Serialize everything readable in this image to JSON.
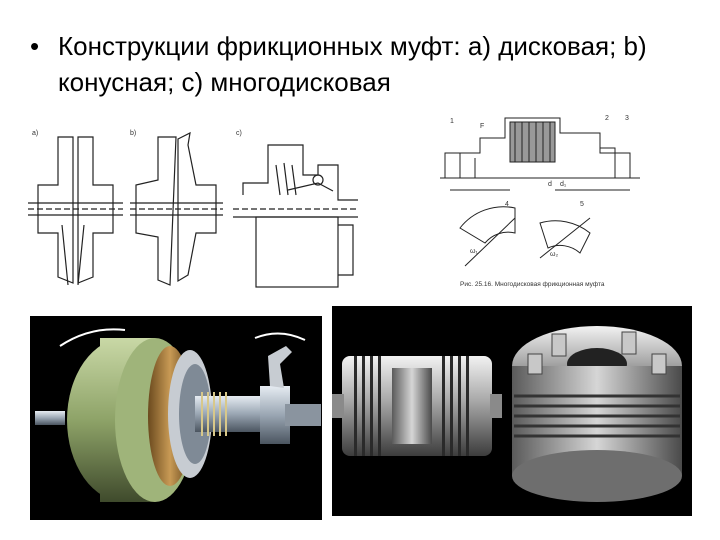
{
  "slide": {
    "bullet": "•",
    "title": "Конструкции фрикционных муфт: a) дисковая; b) конусная; c) многодисковая"
  },
  "drawings": {
    "label_a": "a)",
    "label_b": "b)",
    "label_c": "c)",
    "multidisc_caption": "Рис. 25.16. Многодисковая фрикционная муфта",
    "callouts": [
      "1",
      "F",
      "2",
      "3",
      "4",
      "5",
      "ω₁",
      "ω₂",
      "d",
      "d₁"
    ]
  }
}
